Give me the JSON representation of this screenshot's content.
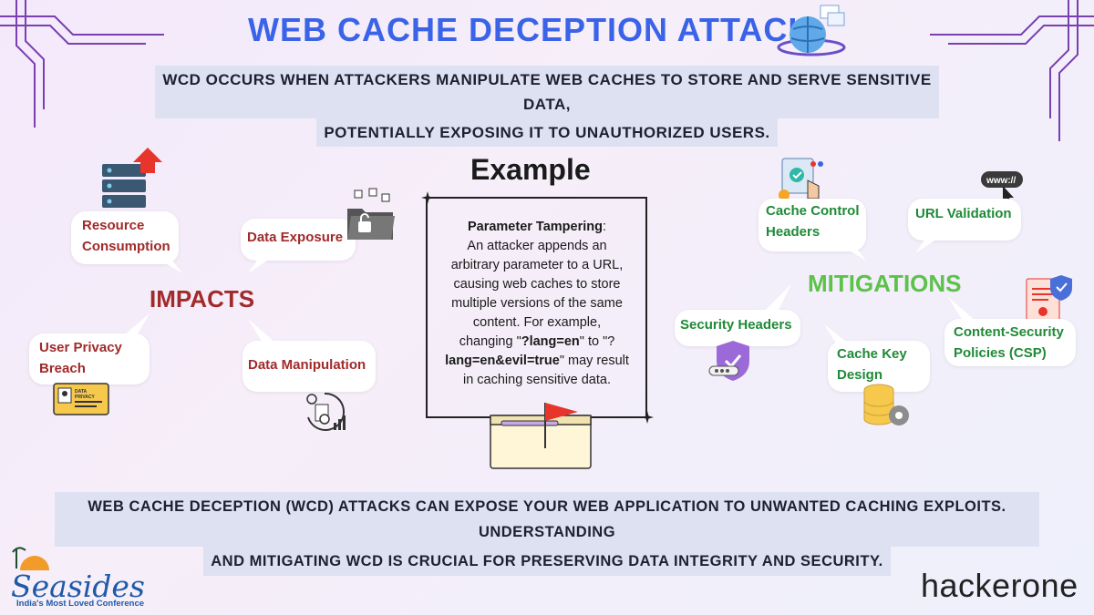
{
  "title": "WEB CACHE DECEPTION ATTACK",
  "subtitle_lines": [
    "WCD OCCURS WHEN ATTACKERS MANIPULATE WEB CACHES TO STORE AND SERVE SENSITIVE DATA,",
    "POTENTIALLY EXPOSING IT TO UNAUTHORIZED USERS."
  ],
  "impacts": {
    "heading": "IMPACTS",
    "color": "#a12a2a",
    "items": {
      "resource": [
        "Resource",
        "Consumption"
      ],
      "exposure": "Data Exposure",
      "privacy": [
        "User Privacy",
        "Breach"
      ],
      "manipulation": "Data Manipulation"
    },
    "card_lines": [
      "DATA",
      "PRIVACY"
    ]
  },
  "example": {
    "heading": "Example",
    "label": "Parameter Tampering",
    "lines": [
      "An attacker appends an",
      "arbitrary parameter to a URL,",
      "causing web caches to store",
      "multiple versions of the same",
      "content. For example,"
    ],
    "line6_pre": "changing \"",
    "code1": "?lang=en",
    "line6_mid": "\" to \"?",
    "code2": "lang=en&evil=true",
    "line7_post": "\" may result",
    "line8": "in caching sensitive data."
  },
  "mitigations": {
    "heading": "MITIGATIONS",
    "color": "#1f8a37",
    "items": {
      "cache_control": [
        "Cache Control",
        "Headers"
      ],
      "url_validation": "URL Validation",
      "security_headers": "Security Headers",
      "cache_key": [
        "Cache Key",
        "Design"
      ],
      "csp": [
        "Content-Security",
        "Policies (CSP)"
      ]
    },
    "www_label": "www://"
  },
  "bottom_lines": [
    "WEB CACHE DECEPTION (WCD) ATTACKS CAN EXPOSE YOUR WEB APPLICATION TO UNWANTED CACHING EXPLOITS. UNDERSTANDING",
    "AND MITIGATING WCD IS CRUCIAL FOR PRESERVING DATA INTEGRITY AND SECURITY."
  ],
  "logos": {
    "seasides": "Seasides",
    "seasides_tagline": "India's Most Loved Conference",
    "hackerone": "hackerone"
  },
  "colors": {
    "title": "#3a63e8",
    "highlight": "#dde1f1",
    "frame": "#7a3fb0"
  }
}
